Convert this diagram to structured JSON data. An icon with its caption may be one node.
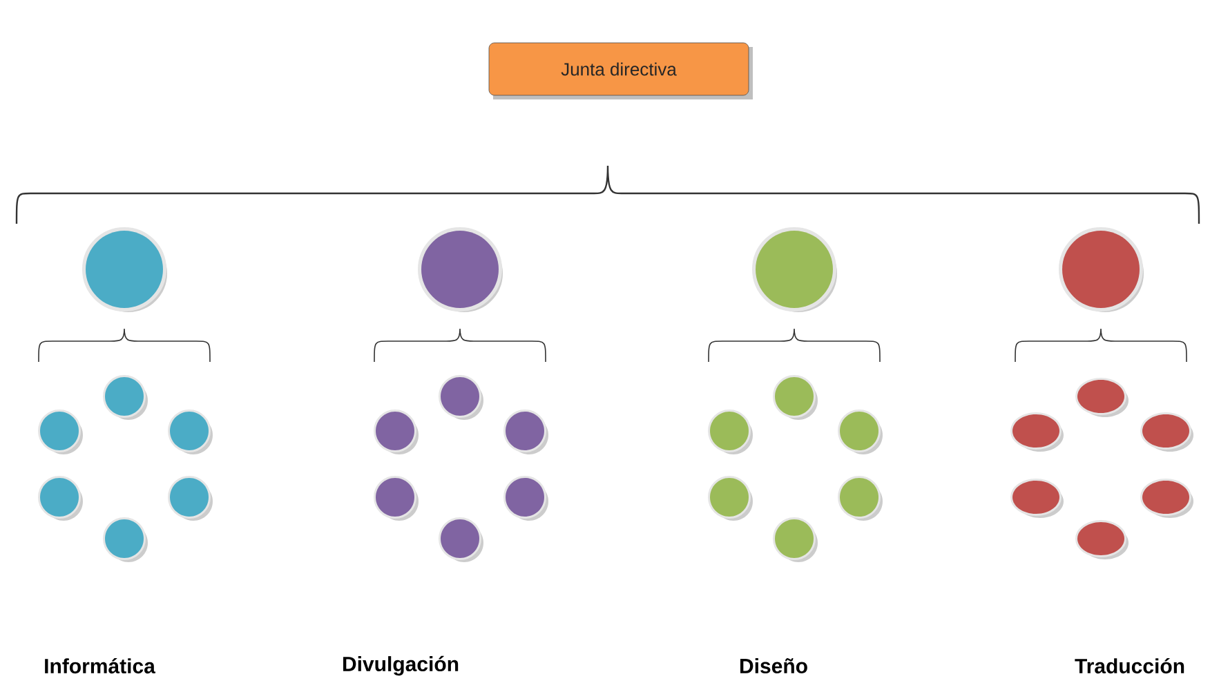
{
  "diagram": {
    "nodes": [
      {
        "text": [
          "Junta directiva"
        ]
      },
      {
        "text": [],
        "shape": "circle"
      },
      {
        "text": [],
        "shape": "circle"
      },
      {
        "text": [],
        "shape": "circle"
      },
      {
        "text": [],
        "shape": "circle"
      },
      {
        "text": [],
        "shape": "circle"
      },
      {
        "text": [],
        "shape": "circle"
      },
      {
        "text": [],
        "shape": "circle"
      },
      {
        "text": [],
        "shape": "circle"
      },
      {
        "text": [],
        "shape": "circle"
      },
      {
        "text": [],
        "shape": "circle"
      },
      {
        "text": [],
        "shape": "circle"
      },
      {
        "text": [],
        "shape": "circle"
      },
      {
        "text": [],
        "shape": "circle"
      },
      {
        "text": [],
        "shape": "circle"
      },
      {
        "text": [],
        "shape": "circle"
      },
      {
        "text": [],
        "shape": "circle"
      },
      {
        "text": [],
        "shape": "circle"
      },
      {
        "text": [],
        "shape": "circle"
      },
      {
        "text": [],
        "shape": "circle"
      },
      {
        "text": [],
        "shape": "circle"
      },
      {
        "text": [],
        "shape": "circle"
      },
      {
        "text": [],
        "shape": "circle"
      },
      {
        "text": [],
        "shape": "ellipse"
      },
      {
        "text": [],
        "shape": "ellipse"
      },
      {
        "text": [],
        "shape": "ellipse"
      },
      {
        "text": [],
        "shape": "ellipse"
      },
      {
        "text": [],
        "shape": "ellipse"
      },
      {
        "text": [],
        "shape": "ellipse"
      }
    ],
    "labels": [
      "Informática",
      "Divulgación",
      "Diseño",
      "Traducción"
    ]
  }
}
